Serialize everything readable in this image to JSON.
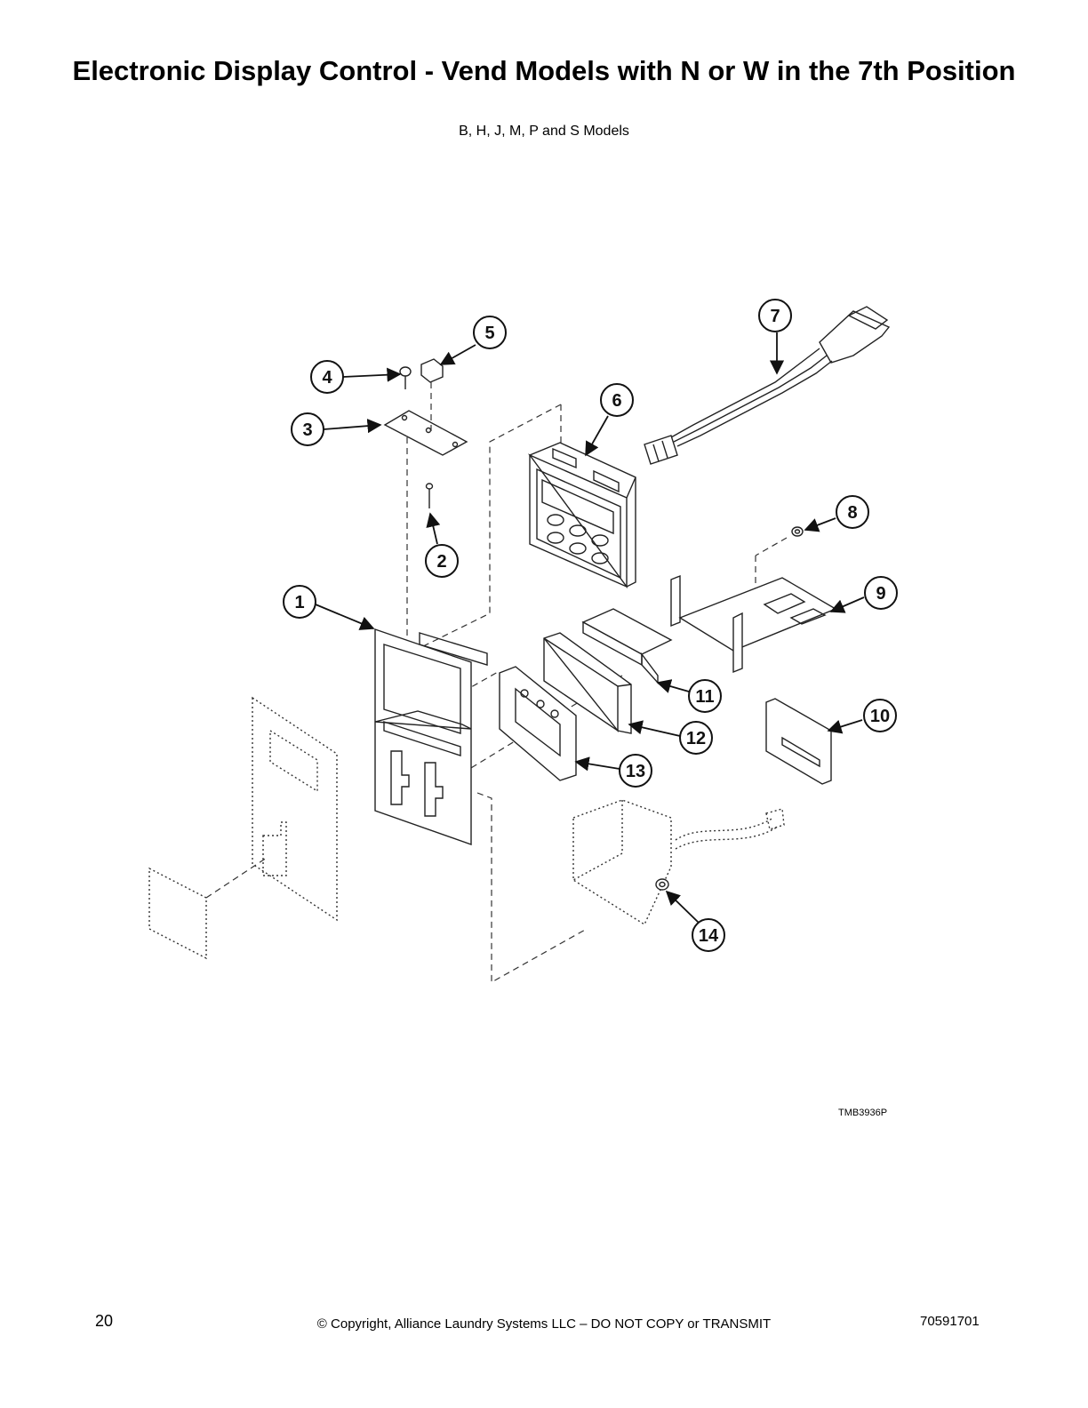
{
  "header": {
    "title": "Electronic Display Control - Vend Models with N or W in the 7th Position",
    "subtitle": "B, H, J, M, P and S Models"
  },
  "diagram": {
    "figure_code": "TMB3936P",
    "callouts": [
      "1",
      "2",
      "3",
      "4",
      "5",
      "6",
      "7",
      "8",
      "9",
      "10",
      "11",
      "12",
      "13",
      "14"
    ]
  },
  "footer": {
    "page_number": "20",
    "copyright": "© Copyright, Alliance Laundry Systems LLC – DO NOT COPY or TRANSMIT",
    "doc_number": "70591701"
  }
}
